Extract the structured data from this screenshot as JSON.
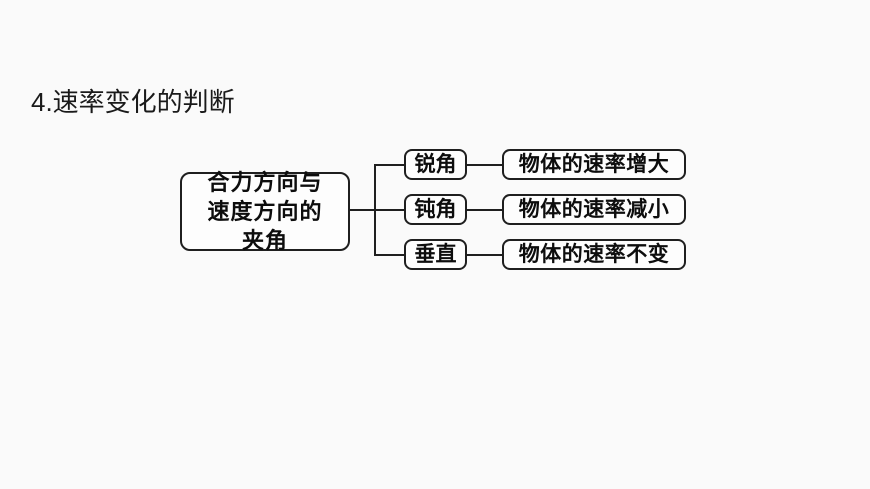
{
  "slide": {
    "title": "4.速率变化的判断",
    "background_color": "#fafafa",
    "line_color": "#1f1f1f",
    "text_color": "#0d0d0d"
  },
  "diagram": {
    "type": "tree",
    "root": {
      "label": "合力方向与速度方向的夹角"
    },
    "branches": [
      {
        "condition": "锐角",
        "result": "物体的速率增大"
      },
      {
        "condition": "钝角",
        "result": "物体的速率减小"
      },
      {
        "condition": "垂直",
        "result": "物体的速率不变"
      }
    ]
  }
}
